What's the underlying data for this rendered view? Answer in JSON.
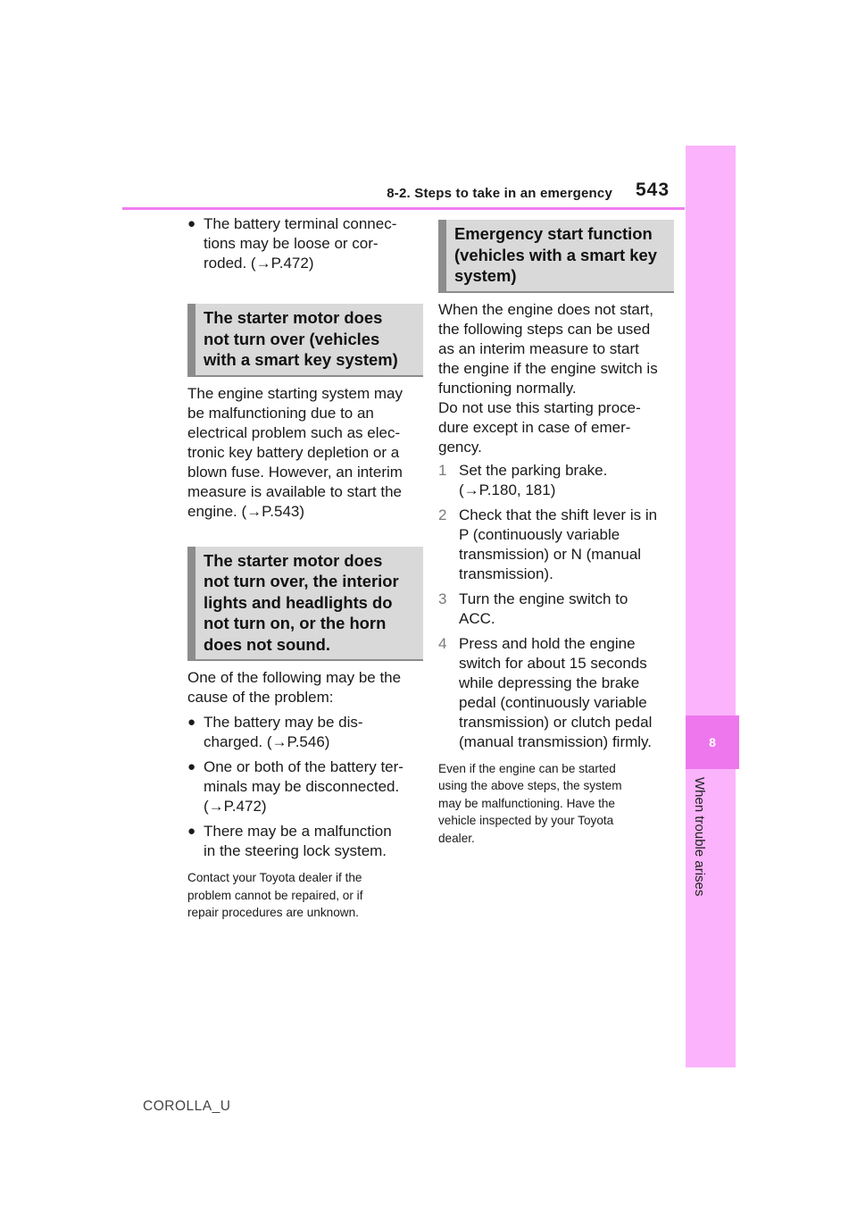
{
  "header": {
    "section": "8-2. Steps to take in an emergency",
    "page_number": "543"
  },
  "side_tab": {
    "chapter_number": "8",
    "chapter_title": "When trouble arises"
  },
  "left": {
    "top_bullet": {
      "lines": [
        "The battery terminal connec-",
        "tions may be loose or cor-",
        "roded. (→P.472)"
      ]
    },
    "section1": {
      "heading": [
        "The starter motor does",
        "not turn over (vehicles",
        "with a smart key system)"
      ],
      "body": [
        "The engine starting system may",
        "be malfunctioning due to an",
        "electrical problem such as elec-",
        "tronic key battery depletion or a",
        "blown fuse. However, an interim",
        "measure is available to start the",
        "engine. (→P.543)"
      ]
    },
    "section2": {
      "heading": [
        "The starter motor does",
        "not turn over, the interior",
        "lights and headlights do",
        "not turn on, or the horn",
        "does not sound."
      ],
      "intro": [
        "One of the following may be the",
        "cause of the problem:"
      ],
      "bullets": [
        [
          "The battery may be dis-",
          "charged. (→P.546)"
        ],
        [
          "One or both of the battery ter-",
          "minals may be disconnected.",
          "(→P.472)"
        ],
        [
          "There may be a malfunction",
          "in the steering lock system."
        ]
      ],
      "note": [
        "Contact your Toyota dealer if the",
        "problem cannot be repaired, or if",
        "repair procedures are unknown."
      ]
    }
  },
  "right": {
    "section3": {
      "heading": [
        "Emergency start function",
        "(vehicles with a smart key",
        "system)"
      ],
      "intro": [
        "When the engine does not start,",
        "the following steps can be used",
        "as an interim measure to start",
        "the engine if the engine switch is",
        "functioning normally.",
        "Do not use this starting proce-",
        "dure except in case of emer-",
        "gency."
      ],
      "steps": [
        {
          "num": "1",
          "lines": [
            "Set the parking brake.",
            "(→P.180, 181)"
          ]
        },
        {
          "num": "2",
          "lines": [
            "Check that the shift lever is in",
            "P (continuously variable",
            "transmission) or N (manual",
            "transmission)."
          ]
        },
        {
          "num": "3",
          "lines": [
            "Turn the engine switch to",
            "ACC."
          ]
        },
        {
          "num": "4",
          "lines": [
            "Press and hold the engine",
            "switch for about 15 seconds",
            "while depressing the brake",
            "pedal (continuously variable",
            "transmission) or clutch pedal",
            "(manual transmission) firmly."
          ]
        }
      ],
      "note": [
        "Even if the engine can be started",
        "using the above steps, the system",
        "may be malfunctioning. Have the",
        "vehicle inspected by your Toyota",
        "dealer."
      ]
    }
  },
  "footer": {
    "label": "COROLLA_U"
  },
  "colors": {
    "accent_line": "#f07ef0",
    "side_tab": "#fbb3fb",
    "side_tab_number": "#ee77ee",
    "heading_bg": "#d9d9d9",
    "heading_bar": "#8c8c8c"
  }
}
